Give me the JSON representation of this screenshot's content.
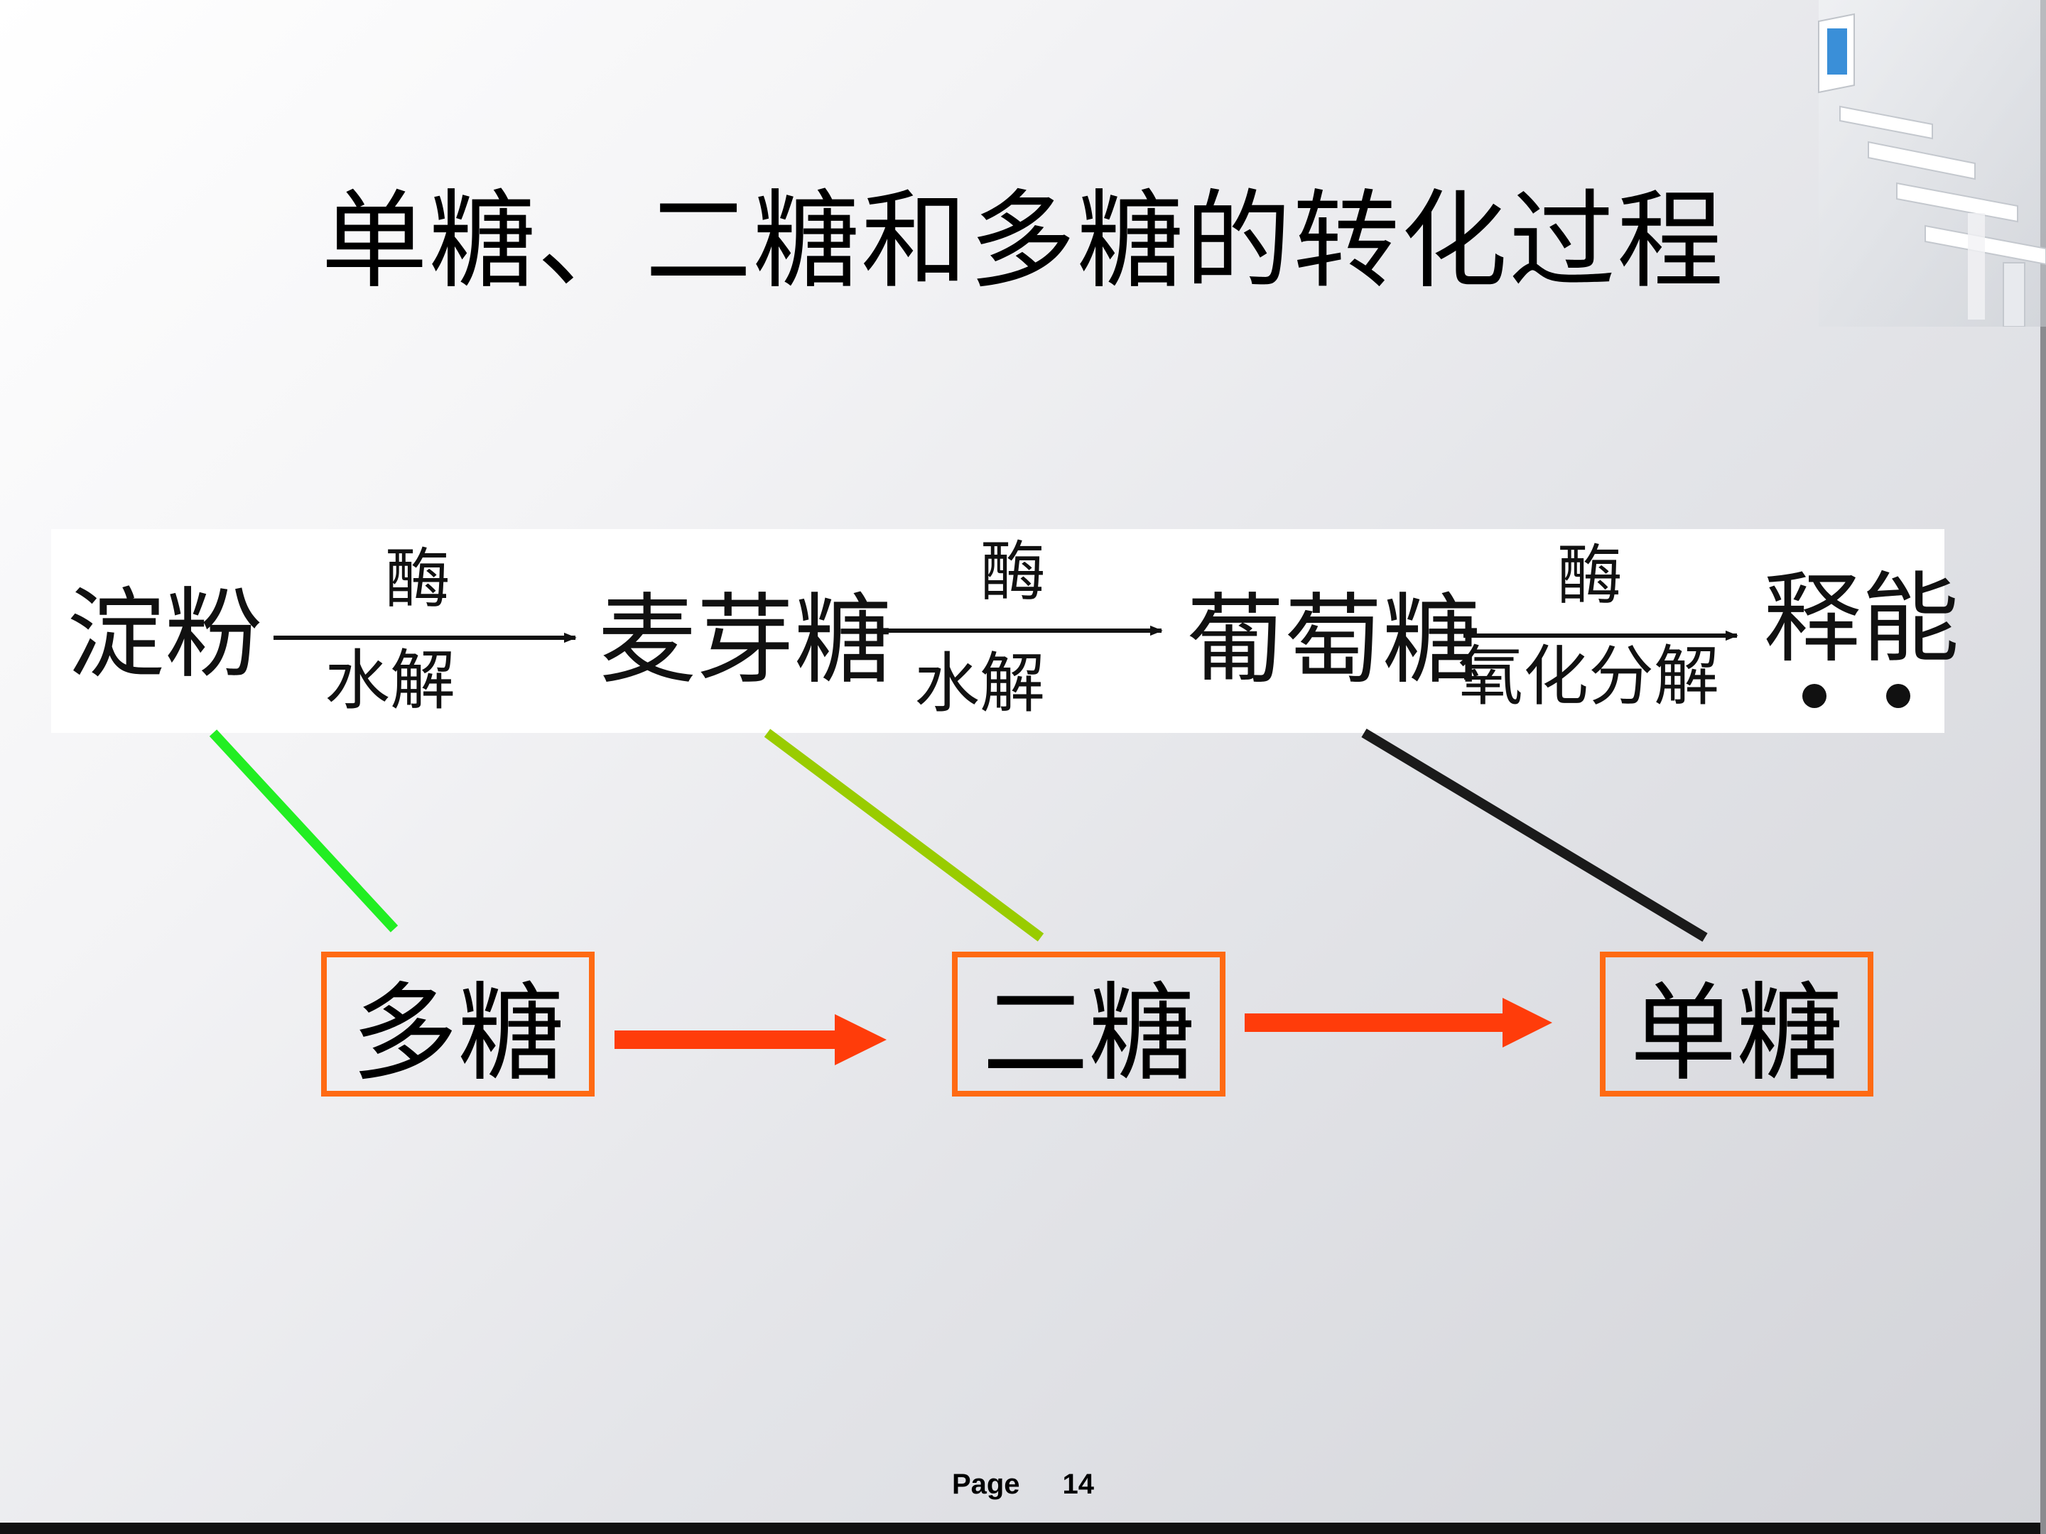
{
  "title": "单糖、二糖和多糖的转化过程",
  "reaction": {
    "starch": "淀粉",
    "maltose": "麦芽糖",
    "glucose": "葡萄糖",
    "energy": "释能",
    "step1": {
      "top": "酶",
      "bottom": "水解"
    },
    "step2": {
      "top": "酶",
      "bottom": "水解"
    },
    "step3": {
      "top": "酶",
      "bottom": "氧化分解"
    }
  },
  "boxes": {
    "polysaccharide": "多糖",
    "disaccharide": "二糖",
    "monosaccharide": "单糖"
  },
  "colors": {
    "box_border": "#ff6a13",
    "flow_arrow": "#ff3c0a",
    "line_starch": "#22ee22",
    "line_maltose": "#99cc00",
    "line_glucose": "#1a1a1a"
  },
  "footer": {
    "label": "Page",
    "number": "14"
  }
}
